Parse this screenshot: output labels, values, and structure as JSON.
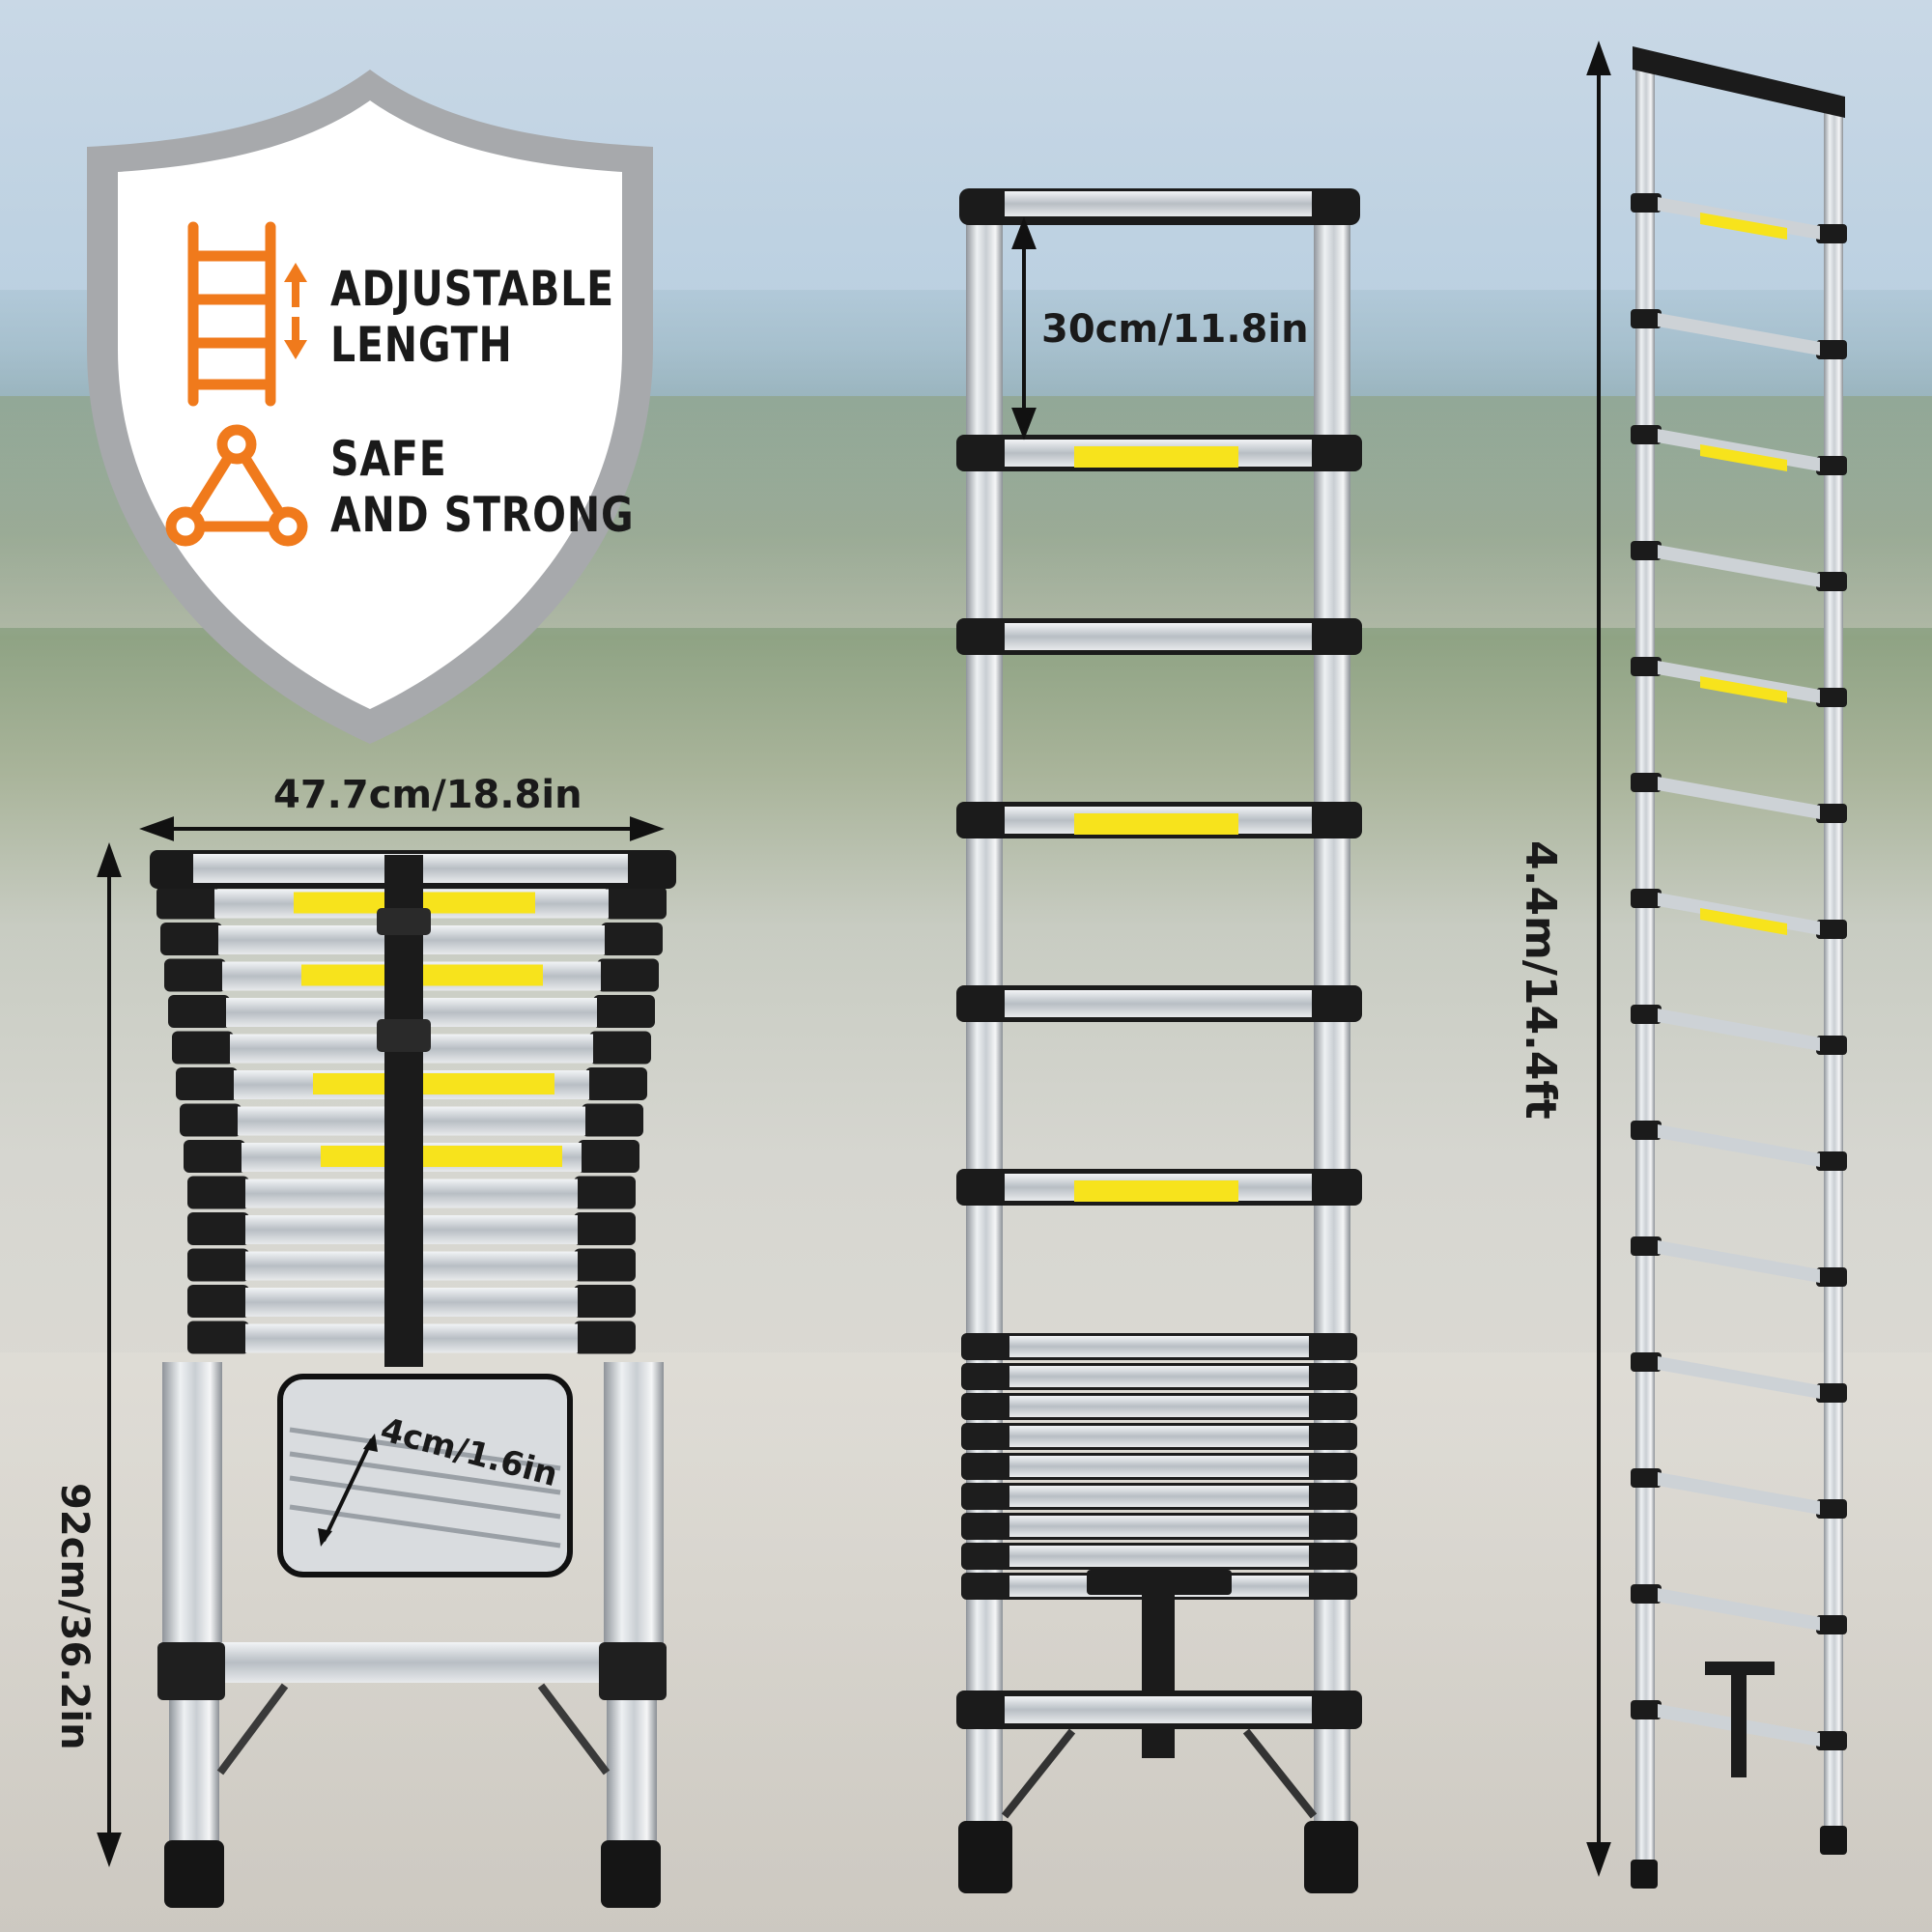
{
  "features": [
    {
      "icon": "ladder-adjust-icon",
      "line1": "ADJUSTABLE",
      "line2": "LENGTH"
    },
    {
      "icon": "triangle-strength-icon",
      "line1": "SAFE",
      "line2": "AND STRONG"
    }
  ],
  "dimensions": {
    "width": "47.7cm/18.8in",
    "folded_height": "92cm/36.2in",
    "rung_spacing": "30cm/11.8in",
    "rung_depth": "4cm/1.6in",
    "extended_height": "4.4m/14.4ft"
  },
  "colors": {
    "accent": "#f07a1c",
    "shield": "#a7a9ac"
  }
}
